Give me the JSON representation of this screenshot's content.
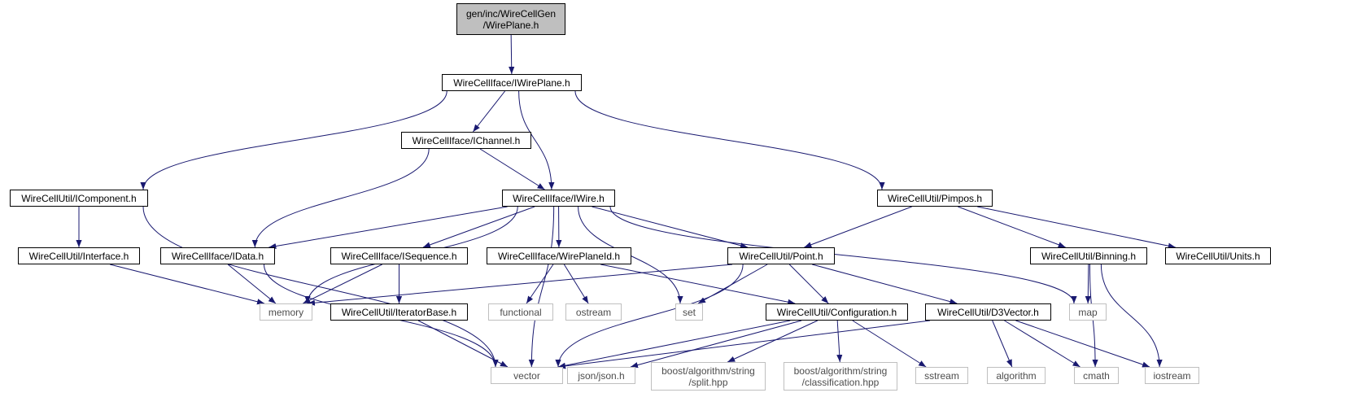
{
  "colors": {
    "edge": "#191970",
    "root_fill": "#bfbfbf",
    "local_border": "#000000",
    "system_border": "#bfbfbf"
  },
  "nodes": [
    {
      "id": "root",
      "label": "gen/inc/WireCellGen\n/WirePlane.h",
      "kind": "root"
    },
    {
      "id": "iwireplane",
      "label": "WireCellIface/IWirePlane.h",
      "kind": "local"
    },
    {
      "id": "ichannel",
      "label": "WireCellIface/IChannel.h",
      "kind": "local"
    },
    {
      "id": "icomponent",
      "label": "WireCellUtil/IComponent.h",
      "kind": "local"
    },
    {
      "id": "iwire",
      "label": "WireCellIface/IWire.h",
      "kind": "local"
    },
    {
      "id": "pimpos",
      "label": "WireCellUtil/Pimpos.h",
      "kind": "local"
    },
    {
      "id": "interface",
      "label": "WireCellUtil/Interface.h",
      "kind": "local"
    },
    {
      "id": "idata",
      "label": "WireCellIface/IData.h",
      "kind": "local"
    },
    {
      "id": "isequence",
      "label": "WireCellIface/ISequence.h",
      "kind": "local"
    },
    {
      "id": "wireplaneid",
      "label": "WireCellIface/WirePlaneId.h",
      "kind": "local"
    },
    {
      "id": "point",
      "label": "WireCellUtil/Point.h",
      "kind": "local"
    },
    {
      "id": "binning",
      "label": "WireCellUtil/Binning.h",
      "kind": "local"
    },
    {
      "id": "units",
      "label": "WireCellUtil/Units.h",
      "kind": "local"
    },
    {
      "id": "memory",
      "label": "memory",
      "kind": "system"
    },
    {
      "id": "iteratorbase",
      "label": "WireCellUtil/IteratorBase.h",
      "kind": "local"
    },
    {
      "id": "functional",
      "label": "functional",
      "kind": "system"
    },
    {
      "id": "ostream",
      "label": "ostream",
      "kind": "system"
    },
    {
      "id": "set",
      "label": "set",
      "kind": "system"
    },
    {
      "id": "configuration",
      "label": "WireCellUtil/Configuration.h",
      "kind": "local"
    },
    {
      "id": "d3vector",
      "label": "WireCellUtil/D3Vector.h",
      "kind": "local"
    },
    {
      "id": "map",
      "label": "map",
      "kind": "system"
    },
    {
      "id": "vector",
      "label": "vector",
      "kind": "system"
    },
    {
      "id": "json",
      "label": "json/json.h",
      "kind": "system"
    },
    {
      "id": "split",
      "label": "boost/algorithm/string\n/split.hpp",
      "kind": "system"
    },
    {
      "id": "classification",
      "label": "boost/algorithm/string\n/classification.hpp",
      "kind": "system"
    },
    {
      "id": "sstream",
      "label": "sstream",
      "kind": "system"
    },
    {
      "id": "algorithm",
      "label": "algorithm",
      "kind": "system"
    },
    {
      "id": "cmath",
      "label": "cmath",
      "kind": "system"
    },
    {
      "id": "iostream",
      "label": "iostream",
      "kind": "system"
    }
  ],
  "edges": [
    [
      "root",
      "iwireplane"
    ],
    [
      "iwireplane",
      "ichannel"
    ],
    [
      "iwireplane",
      "icomponent"
    ],
    [
      "iwireplane",
      "iwire"
    ],
    [
      "iwireplane",
      "pimpos"
    ],
    [
      "ichannel",
      "iwire"
    ],
    [
      "ichannel",
      "idata"
    ],
    [
      "icomponent",
      "interface"
    ],
    [
      "icomponent",
      "vector"
    ],
    [
      "interface",
      "memory"
    ],
    [
      "iwire",
      "idata"
    ],
    [
      "iwire",
      "isequence"
    ],
    [
      "iwire",
      "wireplaneid"
    ],
    [
      "iwire",
      "point"
    ],
    [
      "iwire",
      "memory"
    ],
    [
      "iwire",
      "set"
    ],
    [
      "iwire",
      "map"
    ],
    [
      "iwire",
      "vector"
    ],
    [
      "pimpos",
      "point"
    ],
    [
      "pimpos",
      "binning"
    ],
    [
      "pimpos",
      "units"
    ],
    [
      "idata",
      "memory"
    ],
    [
      "idata",
      "vector"
    ],
    [
      "isequence",
      "memory"
    ],
    [
      "isequence",
      "iteratorbase"
    ],
    [
      "iteratorbase",
      "vector"
    ],
    [
      "wireplaneid",
      "functional"
    ],
    [
      "wireplaneid",
      "ostream"
    ],
    [
      "wireplaneid",
      "configuration"
    ],
    [
      "point",
      "memory"
    ],
    [
      "point",
      "set"
    ],
    [
      "point",
      "configuration"
    ],
    [
      "point",
      "d3vector"
    ],
    [
      "point",
      "vector"
    ],
    [
      "configuration",
      "vector"
    ],
    [
      "configuration",
      "json"
    ],
    [
      "configuration",
      "split"
    ],
    [
      "configuration",
      "classification"
    ],
    [
      "configuration",
      "sstream"
    ],
    [
      "d3vector",
      "vector"
    ],
    [
      "d3vector",
      "algorithm"
    ],
    [
      "d3vector",
      "cmath"
    ],
    [
      "d3vector",
      "iostream"
    ],
    [
      "binning",
      "map"
    ],
    [
      "binning",
      "cmath"
    ],
    [
      "binning",
      "iostream"
    ]
  ]
}
